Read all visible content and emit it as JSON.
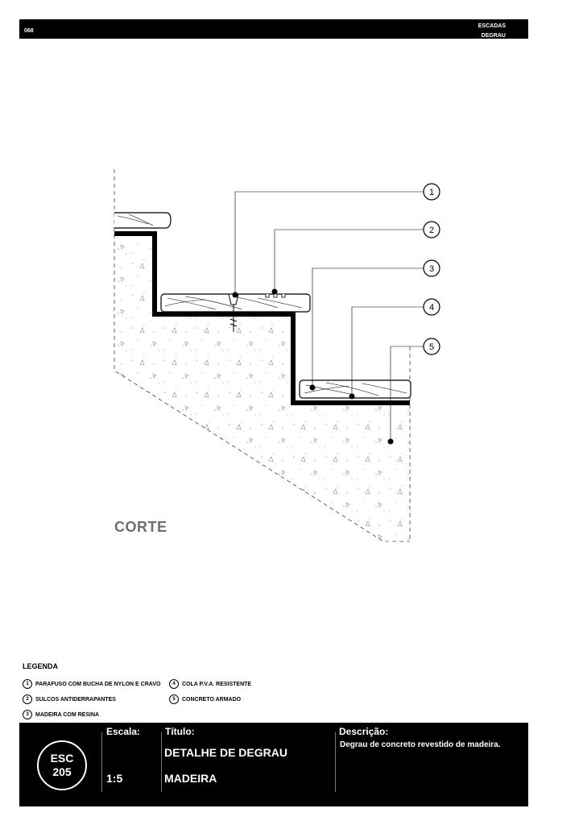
{
  "header": {
    "sheet_number": "068",
    "category": "ESCADAS",
    "subcategory": "DEGRAU"
  },
  "drawing": {
    "view_label": "CORTE",
    "callouts": [
      "1",
      "2",
      "3",
      "4",
      "5"
    ]
  },
  "legend": {
    "title": "LEGENDA",
    "items": [
      {
        "num": "1",
        "text": "PARAFUSO COM BUCHA DE NYLON E CRAVO"
      },
      {
        "num": "2",
        "text": "SULCOS ANTIDERRAPANTES"
      },
      {
        "num": "3",
        "text": "MADEIRA COM RESINA"
      },
      {
        "num": "4",
        "text": "COLA P.V.A. RESISTENTE"
      },
      {
        "num": "5",
        "text": "CONCRETO ARMADO"
      }
    ]
  },
  "footer": {
    "code_line1": "ESC",
    "code_line2": "205",
    "scale_label": "Escala:",
    "scale_value": "1:5",
    "title_label": "Título:",
    "title_line1": "DETALHE DE DEGRAU",
    "title_line2": "MADEIRA",
    "description_label": "Descrição:",
    "description_text": "Degrau de concreto revestido de madeira."
  }
}
